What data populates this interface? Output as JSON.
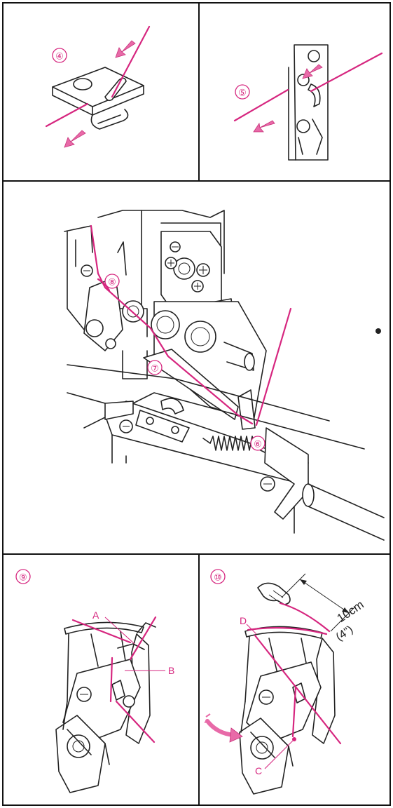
{
  "steps": {
    "step4": "④",
    "step5": "⑤",
    "step6": "⑥",
    "step7": "⑦",
    "step8": "⑧",
    "step9": "⑨",
    "step10": "⑩"
  },
  "labels": {
    "A": "A",
    "B": "B",
    "C": "C",
    "D": "D",
    "length_metric": "10cm",
    "length_imperial": "(4\")"
  },
  "colors": {
    "thread": "#d6267f",
    "arrow": "#e86aa8",
    "line": "#222222"
  }
}
